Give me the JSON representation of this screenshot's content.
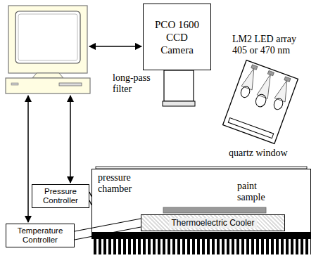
{
  "diagram": {
    "nodes": [
      {
        "text": [
          "PCO 1600 CCD Camera"
        ]
      },
      {
        "text": [
          "pressure chamber"
        ]
      },
      {
        "text": [
          "Thermoelectric Cooler"
        ],
        "in": 1
      },
      {
        "text": [
          "Pressure Controller"
        ]
      },
      {
        "text": [
          "Temperature Controller"
        ]
      }
    ],
    "edges": [
      {
        "from": 3,
        "to": 1,
        "arrow": "none"
      },
      {
        "from": 4,
        "to": 2,
        "arrow": "none"
      }
    ],
    "labels": [
      "long-pass filter",
      "LM2 LED array 405 or 470 nm",
      "quartz window",
      "paint sample"
    ]
  }
}
